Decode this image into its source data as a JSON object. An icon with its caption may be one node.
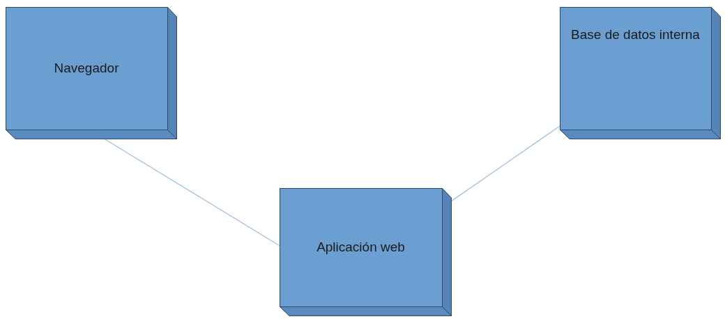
{
  "diagram": {
    "nodes": [
      {
        "text": [
          "Navegador"
        ]
      },
      {
        "text": [
          "Base de datos interna"
        ]
      },
      {
        "text": [
          "Aplicación web"
        ]
      }
    ],
    "edges": [
      {
        "from": 0,
        "to": 2,
        "arrow": "none"
      },
      {
        "from": 2,
        "to": 1,
        "arrow": "none"
      }
    ]
  }
}
